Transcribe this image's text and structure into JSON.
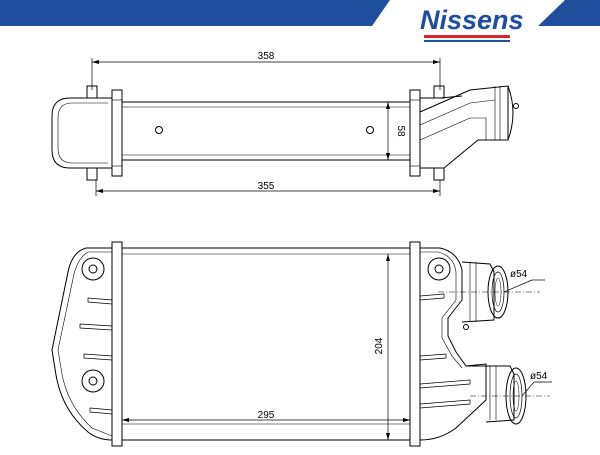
{
  "brand": {
    "name": "Nissens",
    "color": "#1f4e9c",
    "accent": "#d8262e"
  },
  "top_view": {
    "dim_top": "358",
    "dim_bottom": "355",
    "dim_height": "58"
  },
  "front_view": {
    "dim_height": "204",
    "dim_width": "295",
    "dia_upper": "ø54",
    "dia_lower": "ø54"
  }
}
